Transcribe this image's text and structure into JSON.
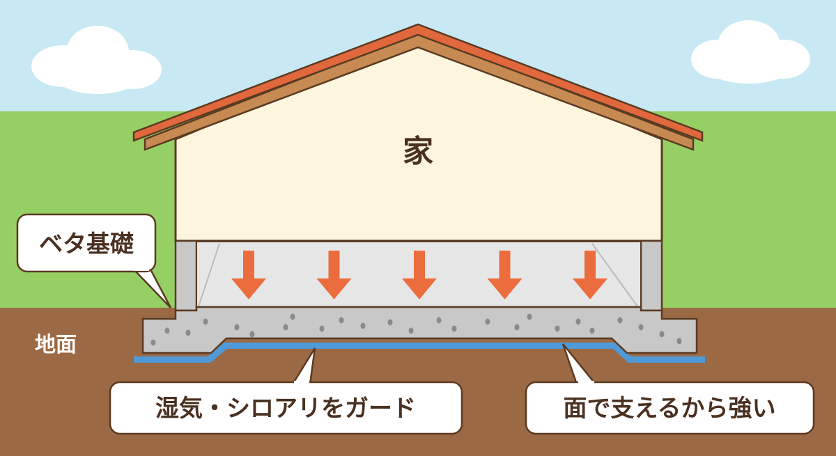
{
  "house_label": "家",
  "foundation_callout": "ベタ基礎",
  "ground_label": "地面",
  "moisture_callout": "湿気・シロアリをガード",
  "strength_callout": "面で支えるから強い",
  "colors": {
    "sky": "#c8e9f3",
    "grass": "#96d064",
    "soil": "#9b6a44",
    "roof": "#e0683c",
    "wall": "#fdf5dd",
    "concrete": "#c8c8c8",
    "membrane": "#4f9ad8",
    "arrow": "#eb6d3e",
    "outline": "#5a3a22"
  },
  "load_arrows": 5
}
